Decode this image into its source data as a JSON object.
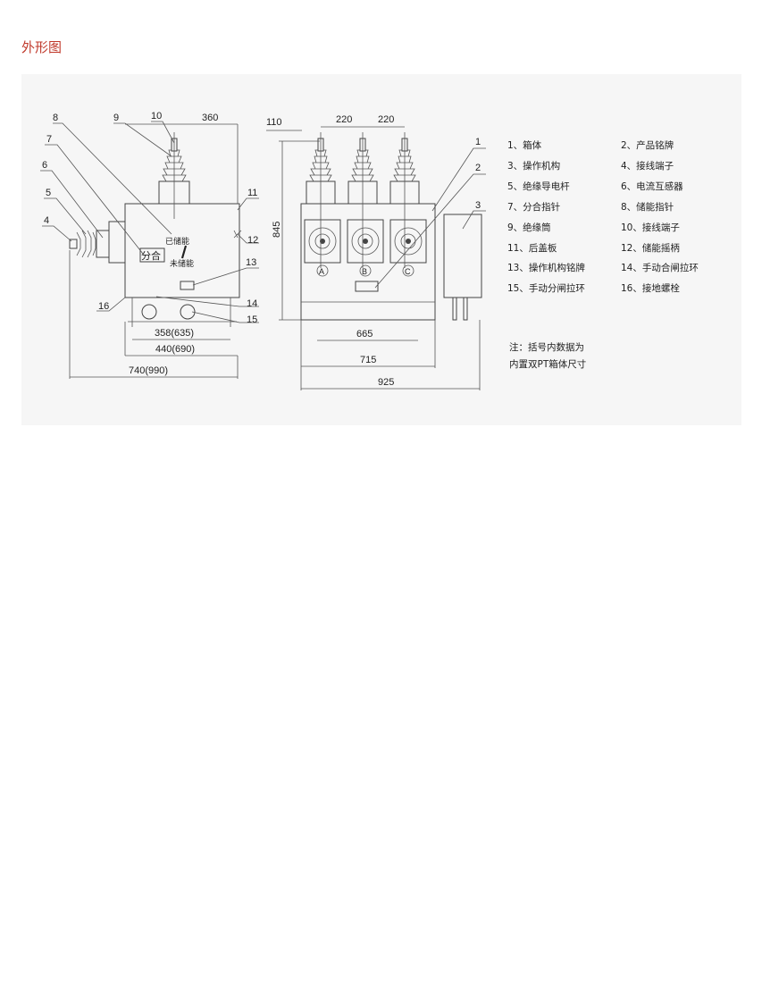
{
  "page": {
    "title": "外形图"
  },
  "side_view": {
    "callouts": [
      "8",
      "9",
      "10",
      "7",
      "6",
      "5",
      "4",
      "11",
      "12",
      "13",
      "14",
      "15",
      "16"
    ],
    "dims": {
      "top": "360",
      "d1": "358(635)",
      "d2": "440(690)",
      "d3": "740(990)"
    },
    "labels": {
      "stored": "已储能",
      "not_stored": "未储能",
      "open_close": "分合"
    }
  },
  "front_view": {
    "callouts": [
      "1",
      "2",
      "3"
    ],
    "dims": {
      "left": "110",
      "pitch1": "220",
      "pitch2": "220",
      "height": "845",
      "w1": "665",
      "w2": "715",
      "w3": "925"
    },
    "phases": [
      "A",
      "B",
      "C"
    ]
  },
  "legend": {
    "items": [
      "1、箱体",
      "2、产品铭牌",
      "3、操作机构",
      "4、接线端子",
      "5、绝缘导电杆",
      "6、电流互感器",
      "7、分合指针",
      "8、储能指针",
      "9、绝缘筒",
      "10、接线端子",
      "11、后盖板",
      "12、储能摇柄",
      "13、操作机构铭牌",
      "14、手动合闸拉环",
      "15、手动分闸拉环",
      "16、接地螺栓"
    ],
    "note_line1": "注：括号内数据为",
    "note_line2": "内置双PT箱体尺寸"
  }
}
